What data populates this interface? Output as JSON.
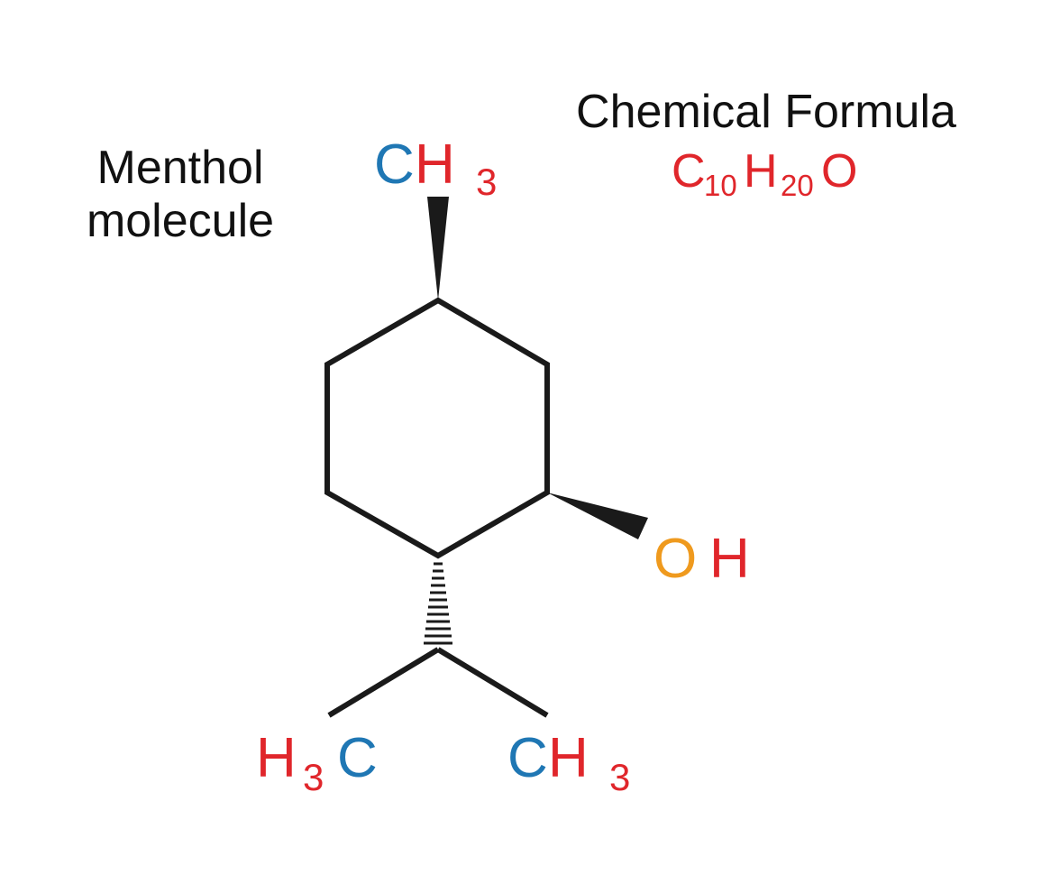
{
  "title": {
    "line1": "Menthol",
    "line2": "molecule"
  },
  "formula": {
    "heading": "Chemical Formula",
    "c": "C",
    "c_count": "10",
    "h": "H",
    "h_count": "20",
    "o": "O"
  },
  "atoms": {
    "top_methyl": {
      "c": "C",
      "h": "H",
      "n": "3"
    },
    "hydroxyl": {
      "o": "O",
      "h": "H"
    },
    "left_methyl": {
      "h": "H",
      "n": "3",
      "c": "C"
    },
    "right_methyl": {
      "c": "C",
      "h": "H",
      "n": "3"
    }
  },
  "colors": {
    "text": "#111111",
    "bond": "#1a1a1a",
    "carbon": "#1f77b4",
    "hydrogen": "#e0262b",
    "oxygen": "#ef9a1e"
  }
}
